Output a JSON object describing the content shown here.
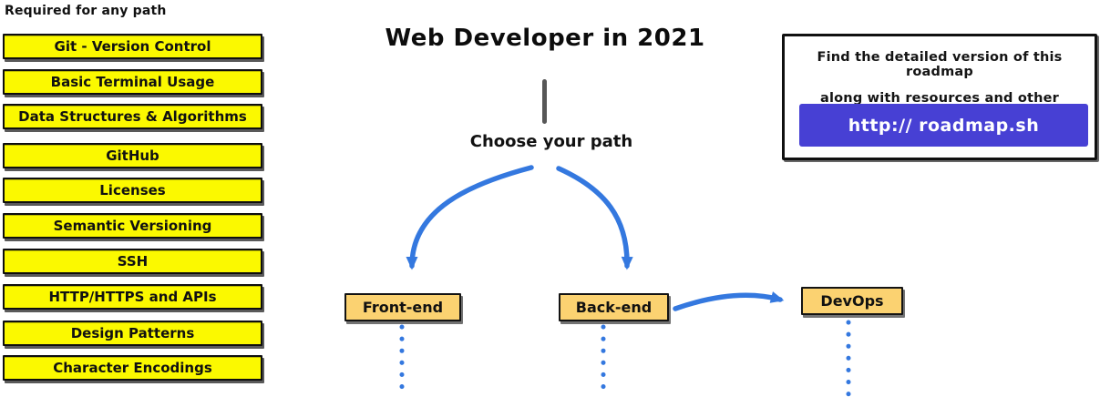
{
  "header": {
    "title": "Web Developer in 2021"
  },
  "sidebar": {
    "heading": "Required for any path",
    "items": [
      "Git - Version Control",
      "Basic Terminal Usage",
      "Data Structures & Algorithms",
      "GitHub",
      "Licenses",
      "Semantic Versioning",
      "SSH",
      "HTTP/HTTPS and APIs",
      "Design Patterns",
      "Character Encodings"
    ]
  },
  "tree": {
    "choose_label": "Choose your path",
    "paths": [
      {
        "label": "Front-end"
      },
      {
        "label": "Back-end"
      },
      {
        "label": "DevOps"
      }
    ]
  },
  "info_box": {
    "line1": "Find the detailed version of this roadmap",
    "line2": "along with resources and other roadmaps",
    "button_label": "http:// roadmap.sh"
  },
  "colors": {
    "accent_blue": "#3478df",
    "topic_yellow": "#fbf900",
    "path_orange": "#fbd271",
    "button_purple": "#4740d4",
    "stem_gray": "#575757",
    "border_black": "#101010"
  }
}
